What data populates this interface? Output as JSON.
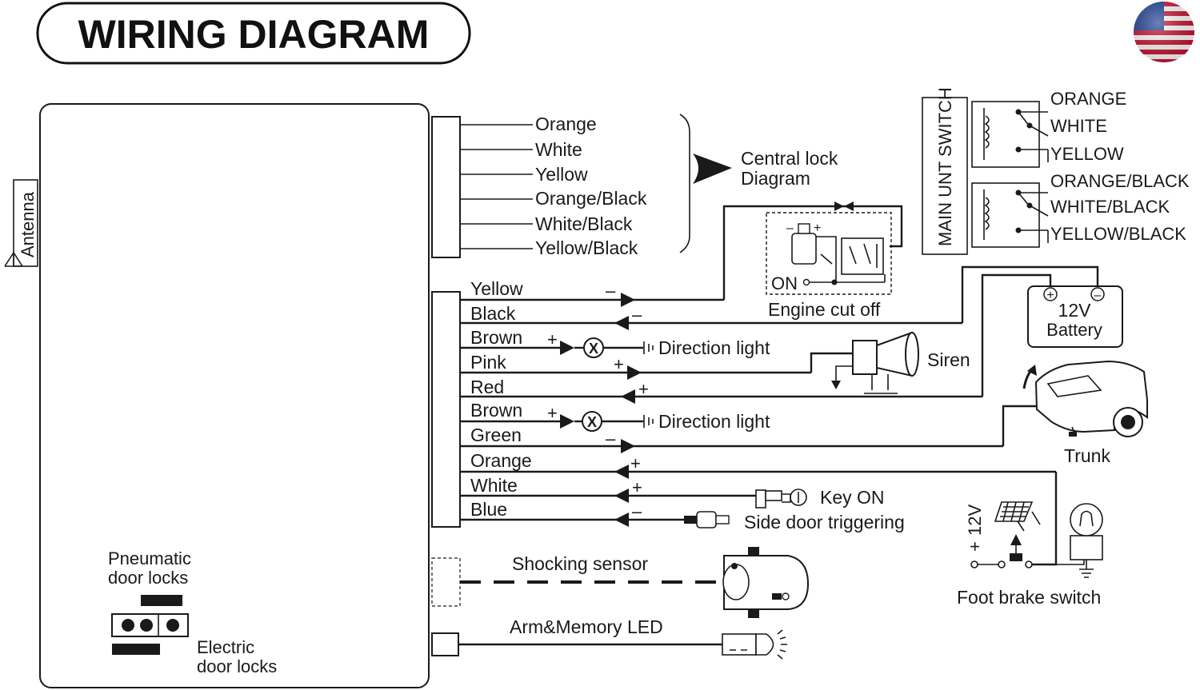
{
  "title": "WIRING DIAGRAM",
  "antenna_label": "Antenna",
  "central_lock": {
    "wires": [
      "Orange",
      "White",
      "Yellow",
      "Orange/Black",
      "White/Black",
      "Yellow/Black"
    ],
    "label_line1": "Central lock",
    "label_line2": "Diagram"
  },
  "main_unit_switch": {
    "label": "MAIN UNT SWITCH",
    "outputs": [
      "ORANGE",
      "WHITE",
      "YELLOW",
      "ORANGE/BLACK",
      "WHITE/BLACK",
      "YELLOW/BLACK"
    ]
  },
  "harness": {
    "wires": [
      {
        "label": "Yellow",
        "sign": "–"
      },
      {
        "label": "Black",
        "sign": "–"
      },
      {
        "label": "Brown",
        "sign": "+"
      },
      {
        "label": "Pink",
        "sign": "+"
      },
      {
        "label": "Red",
        "sign": "+"
      },
      {
        "label": "Brown",
        "sign": "+"
      },
      {
        "label": "Green",
        "sign": "–"
      },
      {
        "label": "Orange",
        "sign": "+"
      },
      {
        "label": "White",
        "sign": "+"
      },
      {
        "label": "Blue",
        "sign": "–"
      }
    ]
  },
  "engine_cut_off": {
    "label": "Engine cut off",
    "on_label": "ON",
    "coil_minus": "–",
    "coil_plus": "+"
  },
  "battery": {
    "line1": "12V",
    "line2": "Battery",
    "plus": "+",
    "minus": "–"
  },
  "direction_light_1": {
    "label": "Direction light",
    "symbol": "X"
  },
  "direction_light_2": {
    "label": "Direction light",
    "symbol": "X"
  },
  "siren": {
    "label": "Siren"
  },
  "trunk": {
    "label": "Trunk"
  },
  "key_on": {
    "label": "Key ON"
  },
  "side_door": {
    "label": "Side door triggering"
  },
  "foot_brake": {
    "label": "Foot brake switch",
    "voltage": "12V",
    "plus": "+"
  },
  "shocking_sensor": {
    "label": "Shocking sensor"
  },
  "arm_led": {
    "label": "Arm&Memory LED"
  },
  "door_locks": {
    "pneumatic_line1": "Pneumatic",
    "pneumatic_line2": "door locks",
    "electric_line1": "Electric",
    "electric_line2": "door locks"
  },
  "flag_icon": "us-flag-icon"
}
